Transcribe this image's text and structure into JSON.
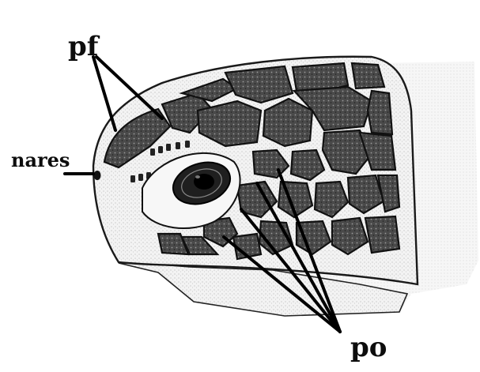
{
  "figure": {
    "subject": "turtle-head-lateral-scutes",
    "colors": {
      "ink": "#111111",
      "skin_light": "#f2f2f2",
      "scale_fill": "#3a3a3a",
      "background": "#ffffff"
    }
  },
  "labels": {
    "pf": "pf",
    "nares": "nares",
    "po": "po"
  }
}
